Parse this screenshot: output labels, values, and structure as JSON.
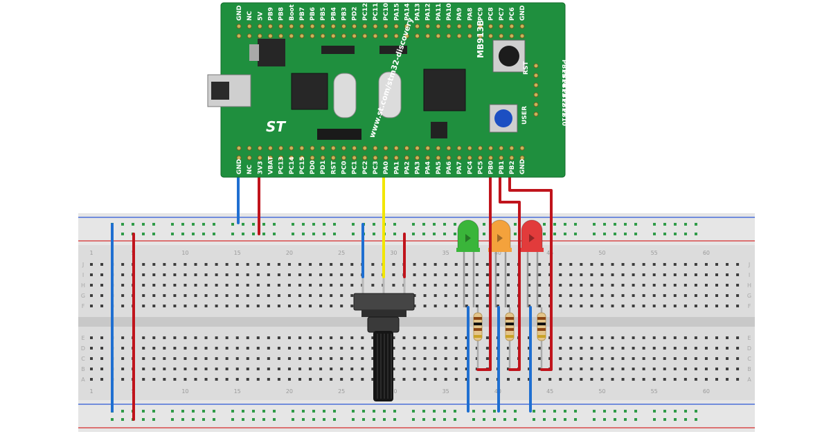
{
  "board": {
    "top_pins": [
      "GND",
      "NC",
      "5V",
      "PB9",
      "PB8",
      "Boot",
      "PB7",
      "PB6",
      "PB5",
      "PB4",
      "PB3",
      "PD2",
      "PC12",
      "PC11",
      "PC10",
      "PA15",
      "PA14",
      "PA13",
      "PA12",
      "PA11",
      "PA10",
      "PA9",
      "PA8",
      "PC9",
      "PC8",
      "PC7",
      "PC6",
      "GND"
    ],
    "bottom_pins": [
      "GND",
      "NC",
      "3V3",
      "VBAT",
      "PC13",
      "PC14",
      "PC15",
      "PD0",
      "PD1",
      "RST",
      "PC0",
      "PC1",
      "PC2",
      "PC3",
      "PA0",
      "PA1",
      "PA2",
      "PA3",
      "PA4",
      "PA5",
      "PA6",
      "PA7",
      "PC4",
      "PC5",
      "PB0",
      "PB1",
      "PB2",
      "GND"
    ],
    "side_pins": [
      "PB15",
      "PB14",
      "PB13",
      "PB12",
      "PB11",
      "PB10"
    ],
    "url": "www.st.com/stm32-discovery",
    "part_code": "MB913B",
    "rst_label": "RST",
    "user_label": "USER",
    "logo_text": "ST"
  },
  "breadboard": {
    "column_numbers": [
      "1",
      "5",
      "10",
      "15",
      "20",
      "25",
      "30",
      "35",
      "40",
      "45",
      "50",
      "55",
      "60"
    ],
    "row_letters_top": [
      "J",
      "I",
      "H",
      "G",
      "F"
    ],
    "row_letters_bottom": [
      "E",
      "D",
      "C",
      "B",
      "A"
    ]
  },
  "leds": [
    {
      "color": "green",
      "fill": "#3ab53a"
    },
    {
      "color": "orange",
      "fill": "#f4a23c"
    },
    {
      "color": "red",
      "fill": "#e23b3b"
    }
  ],
  "colors": {
    "pcb": "#1f8f3e",
    "wire_red": "#c0141c",
    "wire_blue": "#1f6fd1",
    "wire_yellow": "#f2e600",
    "breadboard": "#dedede"
  }
}
